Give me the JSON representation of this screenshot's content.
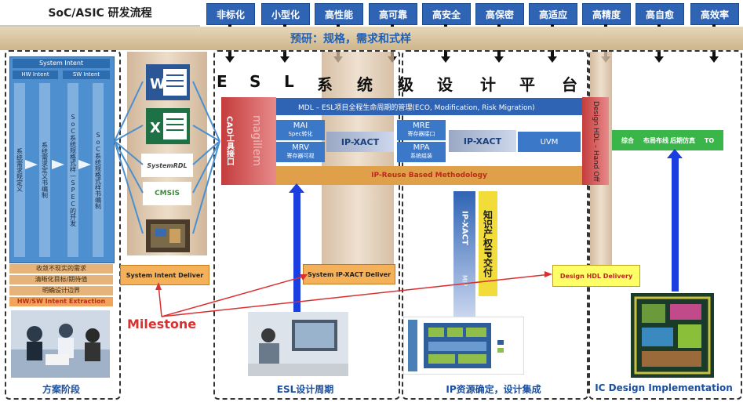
{
  "header": {
    "title": "SoC/ASIC 研发流程"
  },
  "goals": [
    "非标化",
    "小型化",
    "高性能",
    "高可靠",
    "高安全",
    "高保密",
    "高适应",
    "高精度",
    "高自愈",
    "高效率"
  ],
  "banner": {
    "text": "预研：规格，需求和式样"
  },
  "system_intent": {
    "title": "System Intent",
    "hw": "HW Intent",
    "sw": "SW Intent",
    "columns": [
      "系统需求规定义",
      "系统需求定义书编制",
      "SoC系统规格式样—SPEC的开发",
      "SoC系统规格式样书编制"
    ],
    "steps": [
      "收敛不现实的需求",
      "清晰化目标/期待值",
      "明确设计边界",
      "HW/SW Intent Extraction"
    ]
  },
  "deliverables": {
    "system_intent": "System Intent Deliver",
    "ipxact": "System IP-XACT Deliver",
    "hdl": "Design HDL Delivery"
  },
  "doc_icons": [
    "word-doc",
    "excel-doc",
    "SystemRDL",
    "CMSIS",
    "board"
  ],
  "milestone": "Milestone",
  "esl": {
    "heading_chars": [
      "E",
      "S",
      "L",
      "系",
      "统",
      "级",
      "设",
      "计",
      "平",
      "台"
    ],
    "cad_label": "CAD工具接口",
    "magillem": "magillem",
    "mdl": "MDL – ESL项目全程生命周期的管理(ECO, Modification, Risk Migration)",
    "mai": "MAI",
    "mai_sub": "Spec转化",
    "mrv": "MRV",
    "mrv_sub": "寄存器可视",
    "mre": "MRE",
    "mre_sub": "寄存器接口",
    "mpa": "MPA",
    "mpa_sub": "系统组装",
    "ipxact1": "IP-XACT",
    "ipxact2": "IP-XACT",
    "uvm": "UVM",
    "reuse": "IP-Reuse Based Methodology",
    "design_hdl": "Design HDL – Hand Off",
    "ipxact_v": "IP-XACT",
    "mip": "MIP",
    "mip_sub": "IP管理",
    "ip_delivery": "知识产权IP交付"
  },
  "ic_flow": [
    "综合",
    "布局布线",
    "后期仿真",
    "TO"
  ],
  "phases": [
    "方案阶段",
    "ESL设计周期",
    "IP资源确定，设计集成",
    "IC Design Implementation"
  ],
  "colors": {
    "accent_blue": "#2f64b5",
    "milestone_red": "#d93030",
    "green": "#3ab54a"
  }
}
